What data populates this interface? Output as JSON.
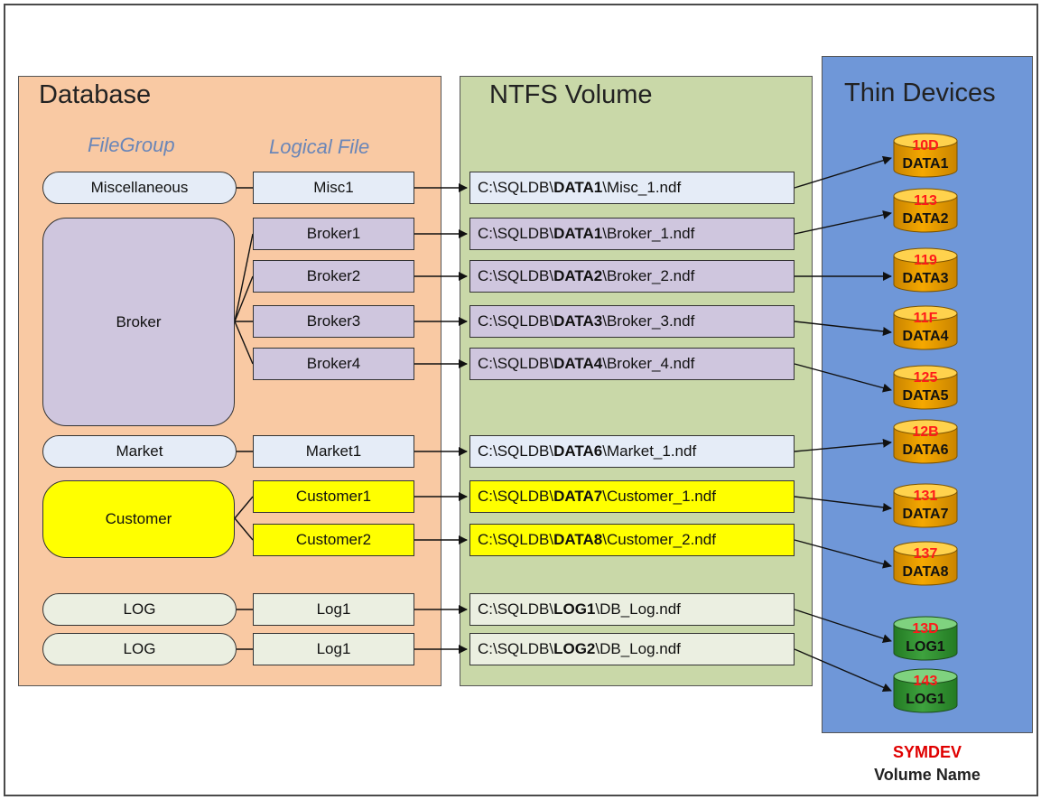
{
  "panels": {
    "database": "Database",
    "ntfs": "NTFS Volume",
    "thin": "Thin Devices"
  },
  "subheads": {
    "filegroup": "FileGroup",
    "logical_file": "Logical File"
  },
  "filegroups": {
    "misc": "Miscellaneous",
    "broker": "Broker",
    "market": "Market",
    "customer": "Customer",
    "log1": "LOG",
    "log2": "LOG"
  },
  "logical_files": [
    "Misc1",
    "Broker1",
    "Broker2",
    "Broker3",
    "Broker4",
    "Market1",
    "Customer1",
    "Customer2",
    "Log1",
    "Log1"
  ],
  "paths": [
    {
      "pre": "C:\\SQLDB\\",
      "vol": "DATA1",
      "post": "\\Misc_1.ndf"
    },
    {
      "pre": "C:\\SQLDB\\",
      "vol": "DATA1",
      "post": "\\Broker_1.ndf"
    },
    {
      "pre": "C:\\SQLDB\\",
      "vol": "DATA2",
      "post": "\\Broker_2.ndf"
    },
    {
      "pre": "C:\\SQLDB\\",
      "vol": "DATA3",
      "post": "\\Broker_3.ndf"
    },
    {
      "pre": "C:\\SQLDB\\",
      "vol": "DATA4",
      "post": "\\Broker_4.ndf"
    },
    {
      "pre": "C:\\SQLDB\\",
      "vol": "DATA6",
      "post": "\\Market_1.ndf"
    },
    {
      "pre": "C:\\SQLDB\\",
      "vol": "DATA7",
      "post": "\\Customer_1.ndf"
    },
    {
      "pre": "C:\\SQLDB\\",
      "vol": "DATA8",
      "post": "\\Customer_2.ndf"
    },
    {
      "pre": "C:\\SQLDB\\",
      "vol": "LOG1",
      "post": "\\DB_Log.ndf"
    },
    {
      "pre": "C:\\SQLDB\\",
      "vol": "LOG2",
      "post": "\\DB_Log.ndf"
    }
  ],
  "devices": [
    {
      "id": "10D",
      "name": "DATA1",
      "color": "orange"
    },
    {
      "id": "113",
      "name": "DATA2",
      "color": "orange"
    },
    {
      "id": "119",
      "name": "DATA3",
      "color": "orange"
    },
    {
      "id": "11F",
      "name": "DATA4",
      "color": "orange"
    },
    {
      "id": "125",
      "name": "DATA5",
      "color": "orange"
    },
    {
      "id": "12B",
      "name": "DATA6",
      "color": "orange"
    },
    {
      "id": "131",
      "name": "DATA7",
      "color": "orange"
    },
    {
      "id": "137",
      "name": "DATA8",
      "color": "orange"
    },
    {
      "id": "13D",
      "name": "LOG1",
      "color": "green"
    },
    {
      "id": "143",
      "name": "LOG1",
      "color": "green"
    }
  ],
  "legend": {
    "line1": "SYMDEV",
    "line2": "Volume Name"
  },
  "colors": {
    "database_panel": "#f9c9a3",
    "ntfs_panel": "#c9d8a8",
    "thin_panel": "#6f97d8",
    "misc_fill": "#e5ecf7",
    "broker_fill": "#cfc6de",
    "customer_fill": "#ffff00",
    "log_fill": "#ebefe1",
    "device_orange": "#f5a800",
    "device_green": "#3ea23e",
    "device_id_text": "#ff1a1a"
  }
}
